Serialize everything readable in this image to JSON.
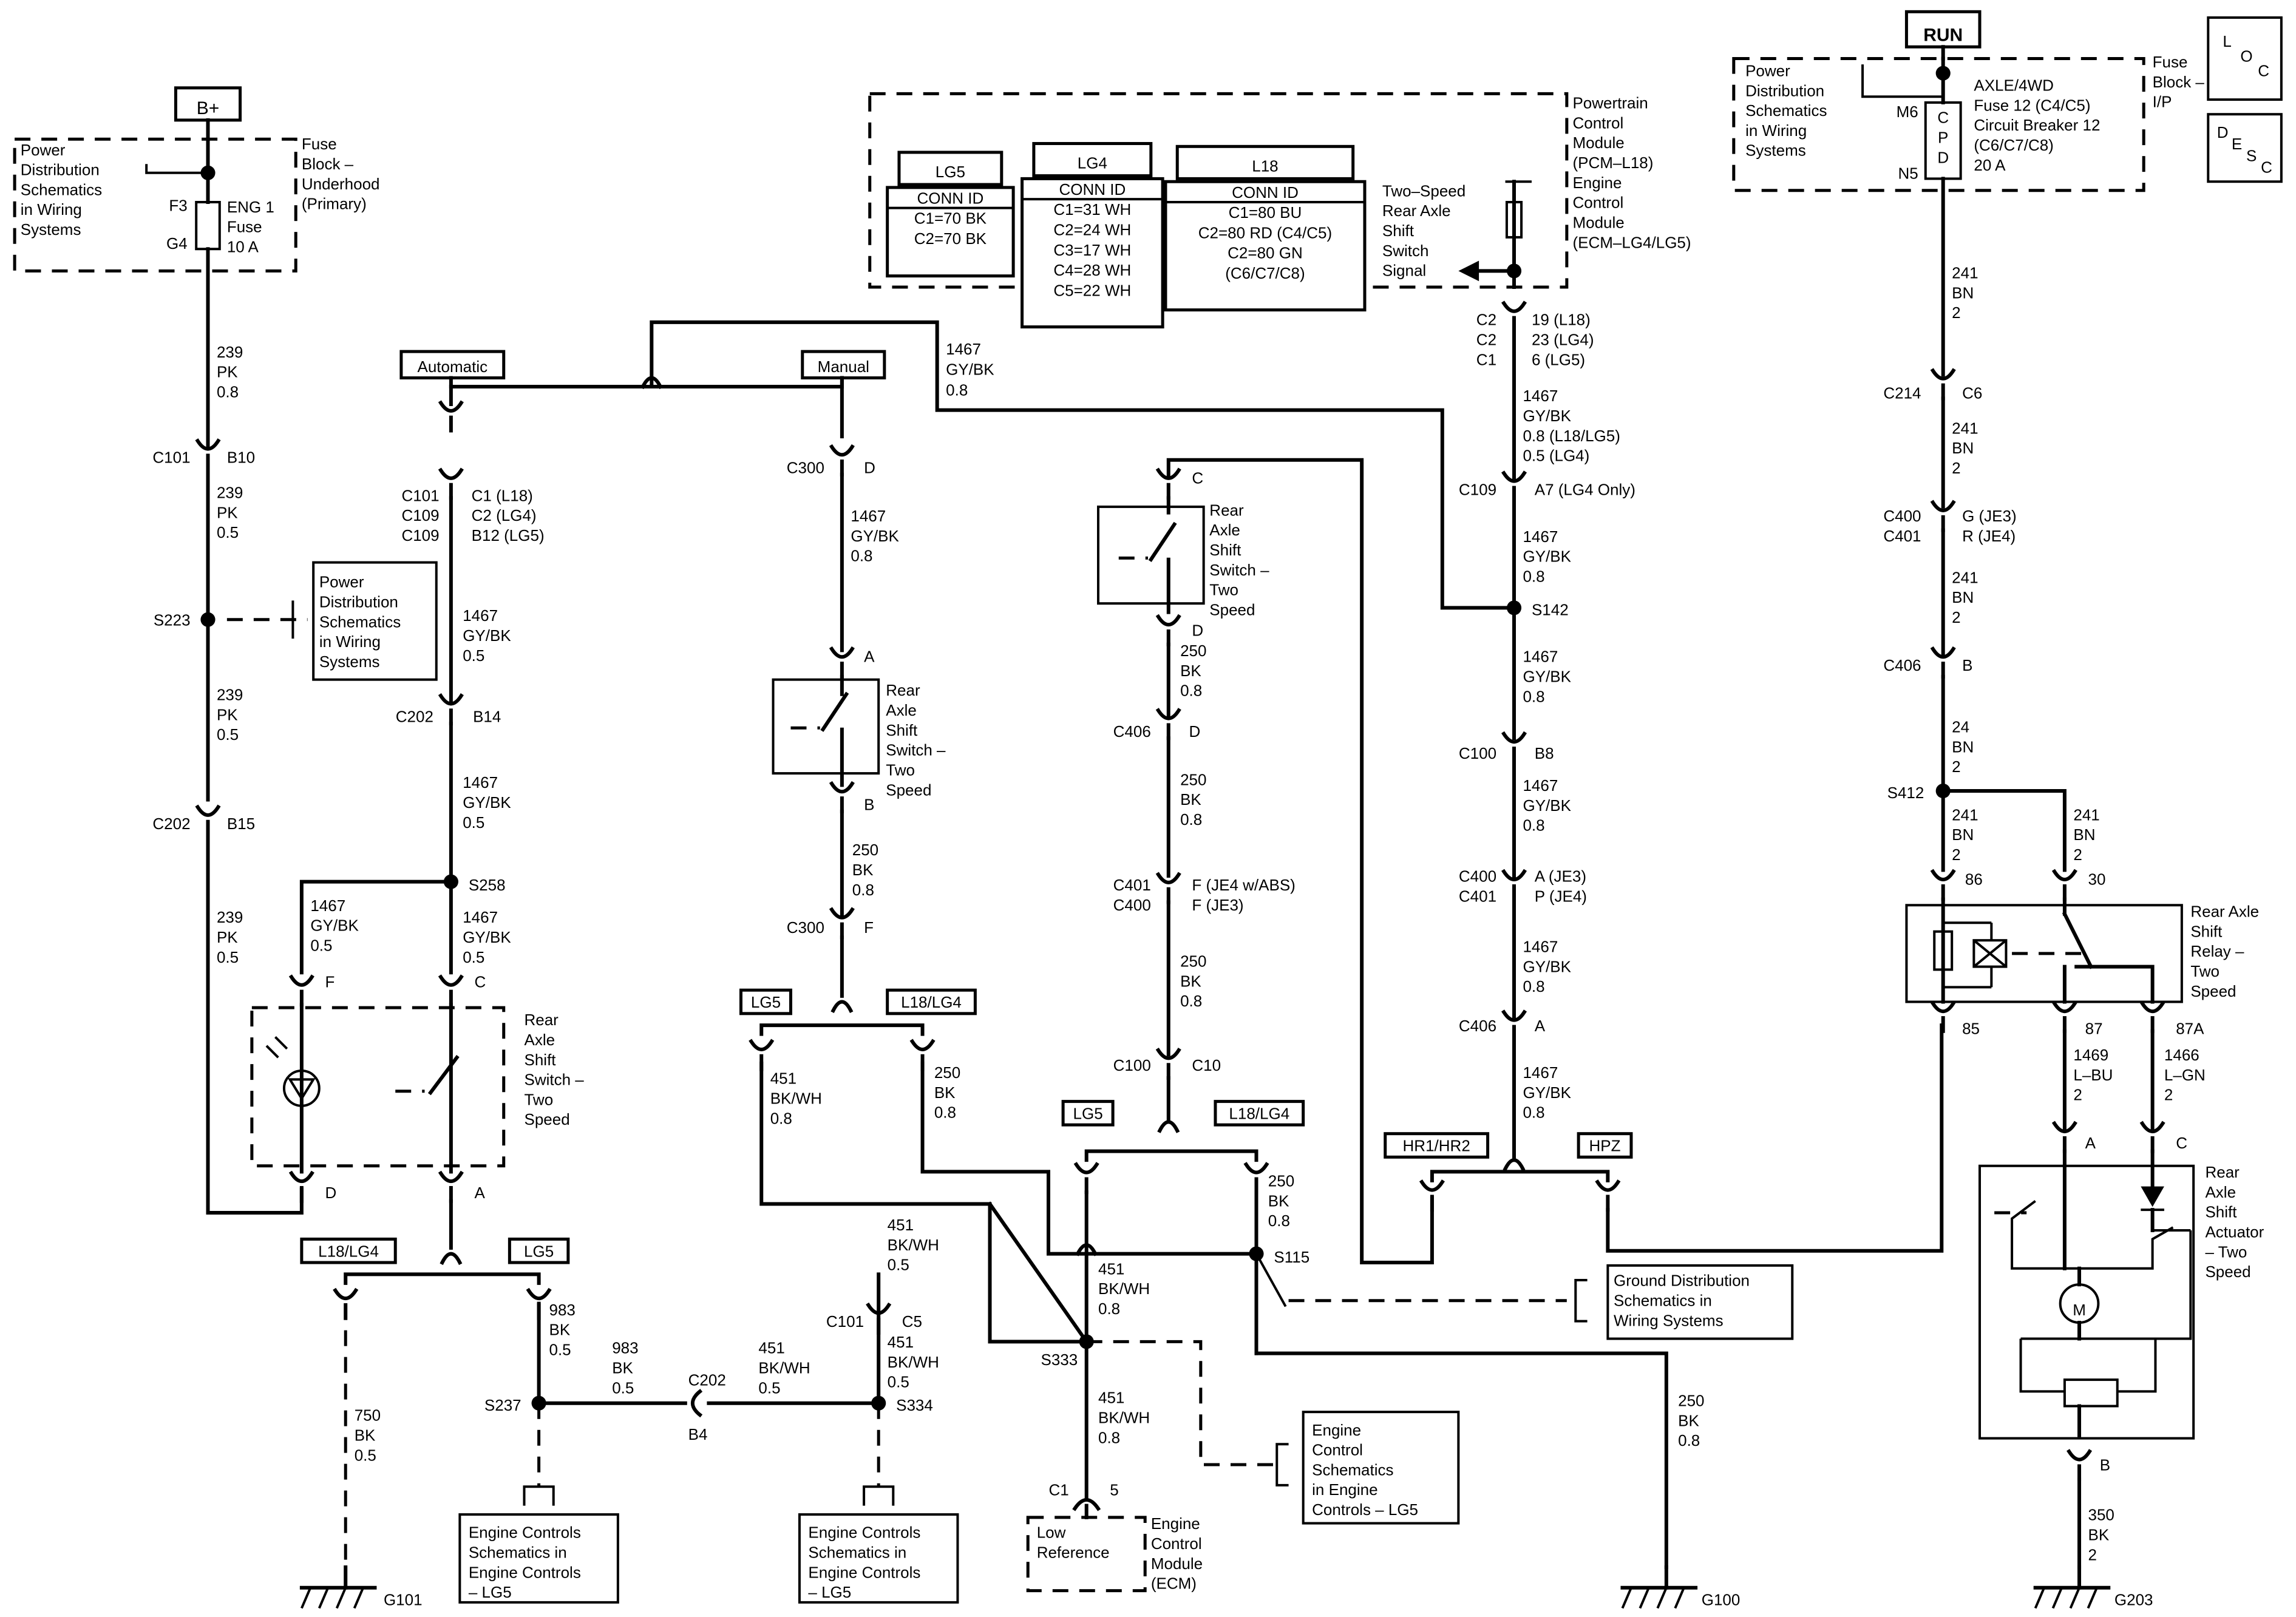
{
  "wires": {
    "w239_1": [
      "239",
      "PK",
      "0.8"
    ],
    "w239_2": [
      "239",
      "PK",
      "0.5"
    ],
    "w239_3": [
      "239",
      "PK",
      "0.5"
    ],
    "w239_4": [
      "239",
      "PK",
      "0.5"
    ],
    "w1467_a": [
      "1467",
      "GY/BK",
      "0.5"
    ],
    "w1467_b": [
      "1467",
      "GY/BK",
      "0.5"
    ],
    "w1467_f": [
      "1467",
      "GY/BK",
      "0.5"
    ],
    "w1467_c": [
      "1467",
      "GY/BK",
      "0.5"
    ],
    "w1467_top": [
      "1467",
      "GY/BK",
      "0.8"
    ],
    "w1467_man": [
      "1467",
      "GY/BK",
      "0.8"
    ],
    "w250_man": [
      "250",
      "BK",
      "0.8"
    ],
    "w250_s1": [
      "250",
      "BK",
      "0.8"
    ],
    "w250_s2": [
      "250",
      "BK",
      "0.8"
    ],
    "w250_s3": [
      "250",
      "BK",
      "0.8"
    ],
    "w1467_r1": [
      "1467",
      "GY/BK",
      "0.8 (L18/LG5)",
      "0.5 (LG4)"
    ],
    "w1467_r2": [
      "1467",
      "GY/BK",
      "0.8"
    ],
    "w1467_r3": [
      "1467",
      "GY/BK",
      "0.8"
    ],
    "w1467_r4": [
      "1467",
      "GY/BK",
      "0.8"
    ],
    "w1467_r5": [
      "1467",
      "GY/BK",
      "0.8"
    ],
    "w1467_r6": [
      "1467",
      "GY/BK",
      "0.8"
    ],
    "w241_1": [
      "241",
      "BN",
      "2"
    ],
    "w241_2": [
      "241",
      "BN",
      "2"
    ],
    "w241_3": [
      "241",
      "BN",
      "2"
    ],
    "w24": [
      "24",
      "BN",
      "2"
    ],
    "w241_4": [
      "241",
      "BN",
      "2"
    ],
    "w241_5": [
      "241",
      "BN",
      "2"
    ],
    "w1469": [
      "1469",
      "L–BU",
      "2"
    ],
    "w1466": [
      "1466",
      "L–GN",
      "2"
    ],
    "w350": [
      "350",
      "BK",
      "2"
    ],
    "w451_a": [
      "451",
      "BK/WH",
      "0.8"
    ],
    "w250_l": [
      "250",
      "BK",
      "0.8"
    ],
    "w451_b": [
      "451",
      "BK/WH",
      "0.8"
    ],
    "w250_r": [
      "250",
      "BK",
      "0.8"
    ],
    "w451_c": [
      "451",
      "BK/WH",
      "0.8"
    ],
    "w250_g": [
      "250",
      "BK",
      "0.8"
    ],
    "w750": [
      "750",
      "BK",
      "0.5"
    ],
    "w983_a": [
      "983",
      "BK",
      "0.5"
    ],
    "w983_b": [
      "983",
      "BK",
      "0.5"
    ],
    "w451_d": [
      "451",
      "BK/WH",
      "0.5"
    ],
    "w451_e": [
      "451",
      "BK/WH",
      "0.5"
    ],
    "w451_f": [
      "451",
      "BK/WH",
      "0.5"
    ]
  },
  "labels": {
    "bplus": "B+",
    "run": "RUN",
    "loc": [
      "L",
      "O",
      "C"
    ],
    "desc": [
      "D",
      "E",
      "S",
      "C"
    ],
    "pd_left": [
      "Power",
      "Distribution",
      "Schematics",
      "in Wiring",
      "Systems"
    ],
    "fuse_block_uh": [
      "Fuse",
      "Block –",
      "Underhood",
      "(Primary)"
    ],
    "f3": "F3",
    "g4": "G4",
    "eng_fuse": [
      "ENG 1",
      "Fuse",
      "10 A"
    ],
    "c101_b10": [
      "C101",
      "B10"
    ],
    "s223": "S223",
    "pd_mid": [
      "Power",
      "Distribution",
      "Schematics",
      "in Wiring",
      "Systems"
    ],
    "c202_b15": [
      "C202",
      "B15"
    ],
    "automatic": "Automatic",
    "manual": "Manual",
    "c101_stack": [
      "C101",
      "C109",
      "C109"
    ],
    "c1_stack": [
      "C1 (L18)",
      "C2 (LG4)",
      "B12 (LG5)"
    ],
    "c202_b14": [
      "C202",
      "B14"
    ],
    "s258": "S258",
    "pin_f": "F",
    "pin_c": "C",
    "pin_d": "D",
    "pin_a": "A",
    "ras_left": [
      "Rear",
      "Axle",
      "Shift",
      "Switch –",
      "Two",
      "Speed"
    ],
    "l18lg4_a": "L18/LG4",
    "lg5_a": "LG5",
    "c300_d": [
      "C300",
      "D"
    ],
    "ras_man": [
      "Rear",
      "Axle",
      "Shift",
      "Switch –",
      "Two",
      "Speed"
    ],
    "pin_a2": "A",
    "pin_b2": "B",
    "c300_f": [
      "C300",
      "F"
    ],
    "lg5_b": "LG5",
    "l18lg4_b": "L18/LG4",
    "lg5_tbl": [
      "LG5",
      "CONN ID",
      "C1=70 BK",
      "C2=70 BK"
    ],
    "lg4_tbl": [
      "LG4",
      "CONN ID",
      "C1=31 WH",
      "C2=24 WH",
      "C3=17 WH",
      "C4=28 WH",
      "C5=22 WH"
    ],
    "l18_tbl": [
      "L18",
      "CONN ID",
      "C1=80 BU",
      "C2=80 RD (C4/C5)",
      "C2=80 GN",
      "(C6/C7/C8)"
    ],
    "two_speed_sig": [
      "Two–Speed",
      "Rear Axle",
      "Shift",
      "Switch",
      "Signal"
    ],
    "pcm": [
      "Powertrain",
      "Control",
      "Module",
      "(PCM–L18)",
      "Engine",
      "Control",
      "Module",
      "(ECM–LG4/LG5)"
    ],
    "c2_stack": [
      "C2",
      "C2",
      "C1"
    ],
    "pins_19": [
      "19 (L18)",
      "23 (LG4)",
      "6 (LG5)"
    ],
    "c109_a7": [
      "C109",
      "A7 (LG4 Only)"
    ],
    "s142": "S142",
    "c100_b8": [
      "C100",
      "B8"
    ],
    "c400_stack": [
      "C400",
      "C401"
    ],
    "a_p": [
      "A (JE3)",
      "P (JE4)"
    ],
    "c406_a": [
      "C406",
      "A"
    ],
    "hr1": "HR1/HR2",
    "hpz": "HPZ",
    "ras_mid": [
      "Rear",
      "Axle",
      "Shift",
      "Switch –",
      "Two",
      "Speed"
    ],
    "pin_c3": "C",
    "pin_d3": "D",
    "c406_d": [
      "C406",
      "D"
    ],
    "c401_stack": [
      "C401",
      "C400"
    ],
    "f_stack": [
      "F (JE4 w/ABS)",
      "F (JE3)"
    ],
    "c100_c10": [
      "C100",
      "C10"
    ],
    "lg5_c": "LG5",
    "l18lg4_c": "L18/LG4",
    "s115": "S115",
    "ground_dist": [
      "Ground Distribution",
      "Schematics in",
      "Wiring Systems"
    ],
    "s333": "S333",
    "ecs_lg5": [
      "Engine",
      "Control",
      "Schematics",
      "in Engine",
      "Controls – LG5"
    ],
    "c1_5": [
      "C1",
      "5"
    ],
    "low_ref": [
      "Low",
      "Reference"
    ],
    "ecm": [
      "Engine",
      "Control",
      "Module",
      "(ECM)"
    ],
    "c101_c5": [
      "C101",
      "C5"
    ],
    "s334": "S334",
    "c202_b4": [
      "C202",
      "B4"
    ],
    "s237": "S237",
    "ecs_a": [
      "Engine Controls",
      "Schematics in",
      "Engine Controls",
      "– LG5"
    ],
    "ecs_b": [
      "Engine Controls",
      "Schematics in",
      "Engine Controls",
      "– LG5"
    ],
    "g101": "G101",
    "g100": "G100",
    "g203": "G203",
    "pd_right": [
      "Power",
      "Distribution",
      "Schematics",
      "in Wiring",
      "Systems"
    ],
    "m6": "M6",
    "n5": "N5",
    "cpd": [
      "C",
      "P",
      "D"
    ],
    "axle_fuse": [
      "AXLE/4WD",
      "Fuse 12 (C4/C5)",
      "Circuit Breaker 12",
      "(C6/C7/C8)",
      "20 A"
    ],
    "fuse_block_ip": [
      "Fuse",
      "Block –",
      "I/P"
    ],
    "c214_c6": [
      "C214",
      "C6"
    ],
    "c400_g": [
      "C400",
      "C401"
    ],
    "g_r": [
      "G (JE3)",
      "R (JE4)"
    ],
    "c406_b": [
      "C406",
      "B"
    ],
    "s412": "S412",
    "p86": "86",
    "p30": "30",
    "p85": "85",
    "p87": "87",
    "p87a": "87A",
    "relay": [
      "Rear Axle",
      "Shift",
      "Relay –",
      "Two",
      "Speed"
    ],
    "pin_a4": "A",
    "pin_c4": "C",
    "pin_b4": "B",
    "actuator": [
      "Rear",
      "Axle",
      "Shift",
      "Actuator",
      "– Two",
      "Speed"
    ],
    "motor": "M"
  }
}
